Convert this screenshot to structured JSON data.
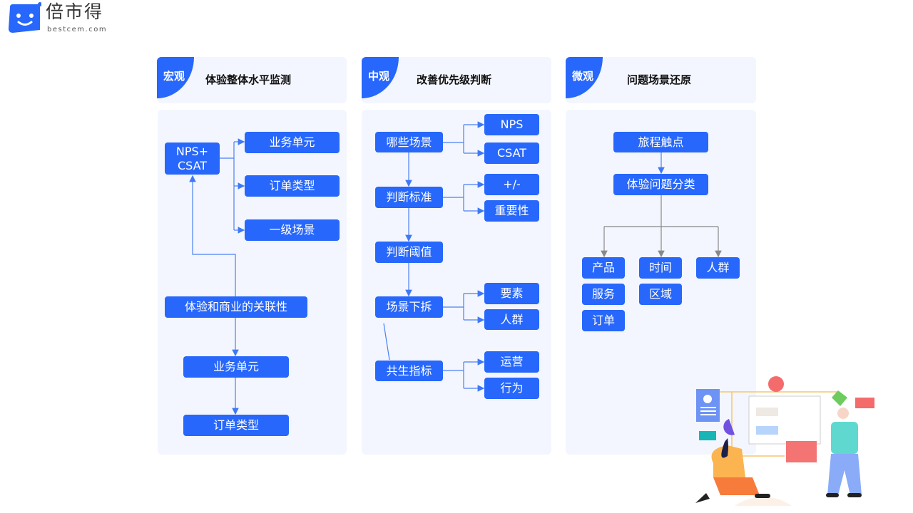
{
  "logo": {
    "name": "倍市得",
    "domain": "bestcem.com",
    "brand_color": "#2767fb"
  },
  "panels": [
    {
      "tag": "宏观",
      "title": "体验整体水平监测",
      "boxes": [
        "NPS+",
        "CSAT",
        "业务单元",
        "订单类型",
        "一级场景",
        "体验和商业的关联性",
        "业务单元",
        "订单类型"
      ]
    },
    {
      "tag": "中观",
      "title": "改善优先级判断",
      "boxes": [
        "哪些场景",
        "判断标准",
        "判断阈值",
        "场景下拆",
        "共生指标",
        "NPS",
        "CSAT",
        "+/-",
        "重要性",
        "要素",
        "人群",
        "运营",
        "行为"
      ]
    },
    {
      "tag": "微观",
      "title": "问题场景还原",
      "boxes": [
        "旅程触点",
        "体验问题分类",
        "产品",
        "服务",
        "订单",
        "时间",
        "区域",
        "人群"
      ]
    }
  ]
}
